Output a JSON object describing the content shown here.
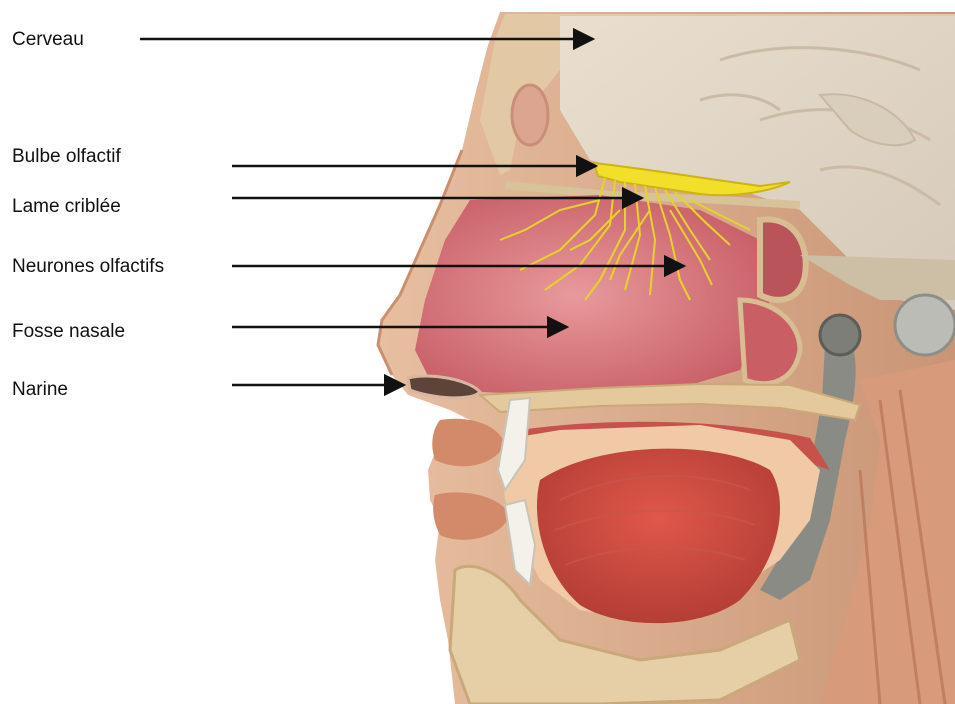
{
  "labels": {
    "cerveau": "Cerveau",
    "bulbe": "Bulbe olfactif",
    "lame": "Lame criblée",
    "neurones": "Neurones olfactifs",
    "fosse": "Fosse nasale",
    "narine": "Narine"
  },
  "colors": {
    "skin": "#d9ad8c",
    "skull": "#e6d4b0",
    "brain": "#ddd3c5",
    "cavity": "#d4747c",
    "nerve": "#f2df2a",
    "muscle": "#c65a48",
    "arrow": "#111111"
  }
}
